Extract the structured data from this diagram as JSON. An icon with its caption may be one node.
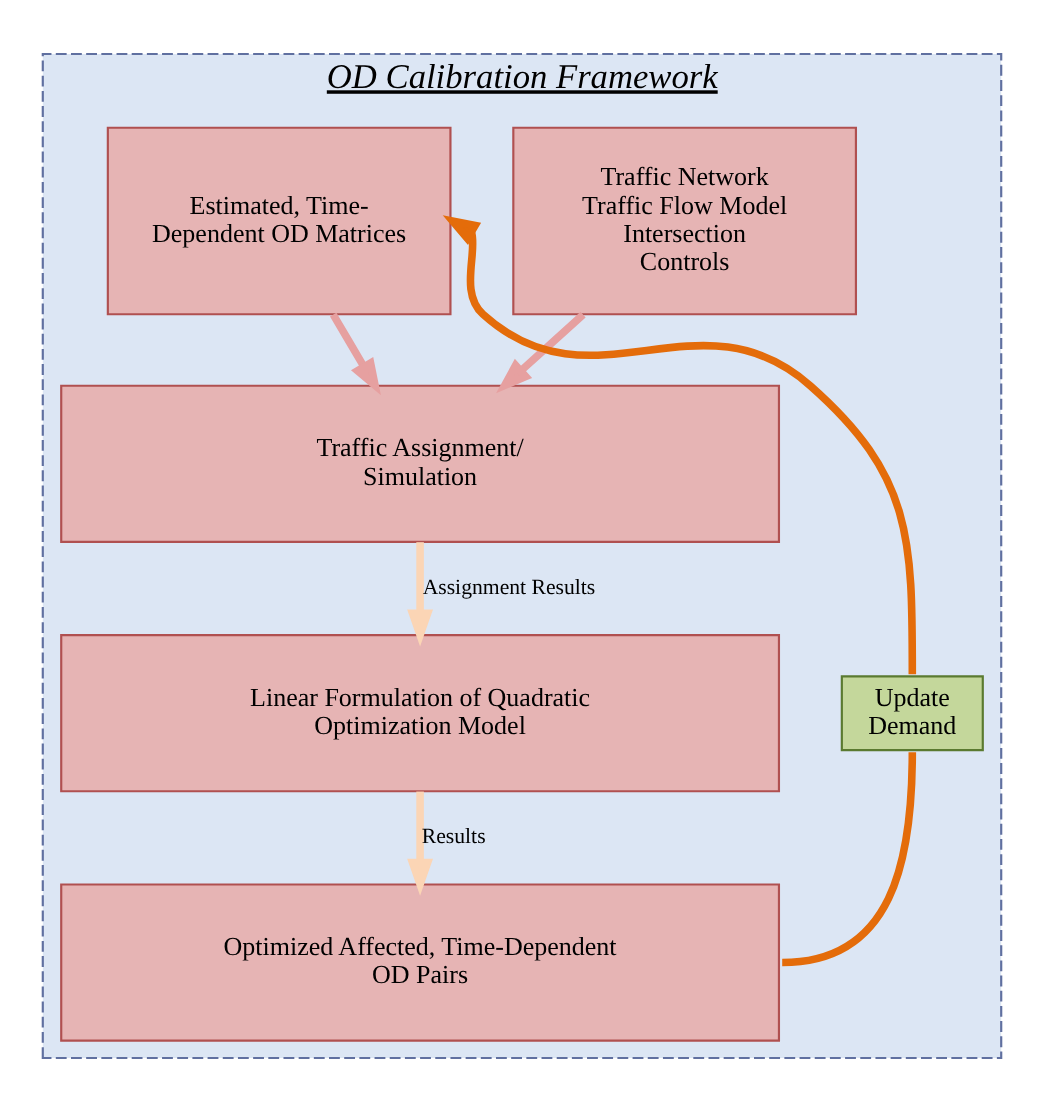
{
  "diagram": {
    "nodes": [
      {
        "text": [
          "OD Calibration Framework"
        ]
      },
      {
        "text": [
          "Traffic Network Traffic Flow Model Intersection Controls"
        ],
        "in": 0
      },
      {
        "text": [
          "Estimated, Time-Dependent OD Matrices"
        ],
        "in": 0
      },
      {
        "text": [
          "Traffic Assignment/ Simulation"
        ],
        "in": 0
      },
      {
        "text": [
          "Linear Formulation of Quadratic Optimization Model"
        ],
        "in": 0
      },
      {
        "text": [
          "Optimized Affected, Time-Dependent OD Pairs"
        ],
        "in": 0
      },
      {
        "text": [
          "Update Demand"
        ],
        "in": 0
      }
    ],
    "edges": [
      {
        "from": 1,
        "to": 3,
        "arrow": "to"
      },
      {
        "from": 2,
        "to": 3,
        "arrow": "to"
      },
      {
        "from": 3,
        "to": 4,
        "arrow": "to",
        "label": "Assignment Results",
        "color": "#fbd5b5"
      },
      {
        "from": 4,
        "to": 5,
        "arrow": "to",
        "label": "Results",
        "color": "#fbd5b5"
      },
      {
        "from": 5,
        "to": 6,
        "arrow": "none",
        "color": "#e46c0a"
      },
      {
        "from": 6,
        "to": 2,
        "arrow": "to",
        "color": "#e46c0a"
      }
    ]
  }
}
